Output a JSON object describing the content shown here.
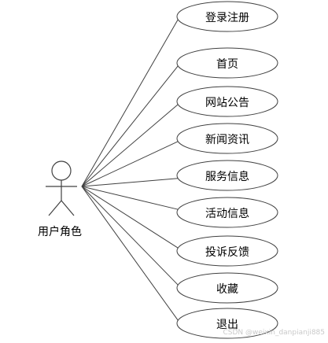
{
  "diagram": {
    "actor": {
      "label": "用户角色",
      "icon": "stick-figure-actor-icon"
    },
    "use_cases": [
      {
        "label": "登录注册"
      },
      {
        "label": "首页"
      },
      {
        "label": "网站公告"
      },
      {
        "label": "新闻资讯"
      },
      {
        "label": "服务信息"
      },
      {
        "label": "活动信息"
      },
      {
        "label": "投诉反馈"
      },
      {
        "label": "收藏"
      },
      {
        "label": "退出"
      }
    ],
    "watermark": "CSDN @weixin_danpianji885",
    "colors": {
      "stroke": "#404040",
      "ellipse_fill": "#ffffff",
      "text": "#000000",
      "watermark": "#c9c9c9"
    }
  }
}
